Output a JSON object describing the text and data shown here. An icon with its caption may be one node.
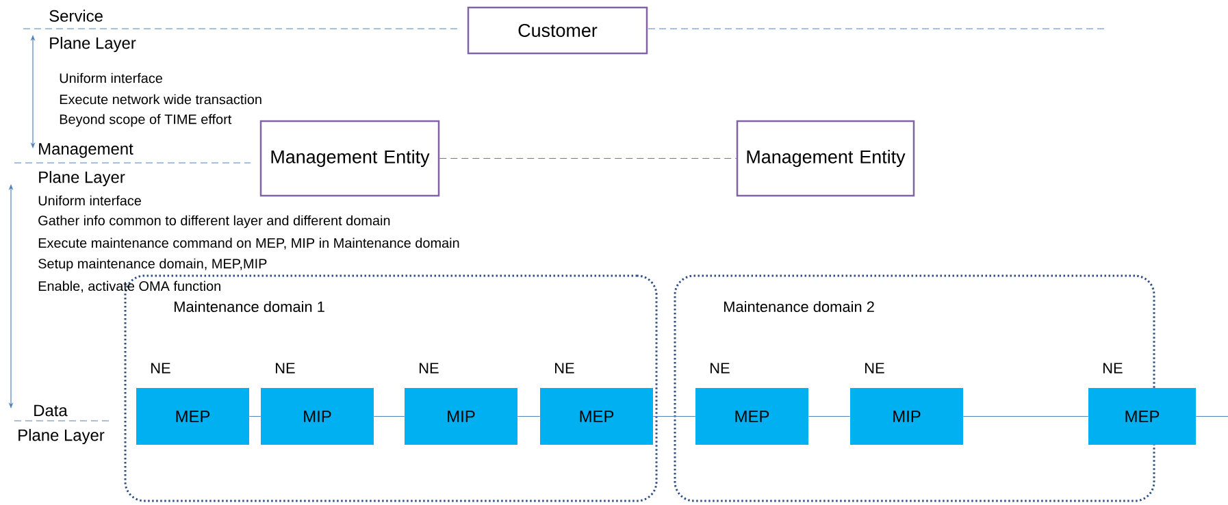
{
  "diagram": {
    "nodes": [
      {
        "text": [
          "Customer"
        ]
      },
      {
        "text": [
          "Management Entity"
        ]
      },
      {
        "text": [
          "Management Entity"
        ]
      },
      {
        "text": [
          "Maintenance domain 1"
        ]
      },
      {
        "text": [
          "Maintenance domain 2"
        ]
      },
      {
        "text": [
          "MEP"
        ],
        "beside": [
          "NE"
        ],
        "in": 3
      },
      {
        "text": [
          "MIP"
        ],
        "beside": [
          "NE"
        ],
        "in": 3
      },
      {
        "text": [
          "MIP"
        ],
        "beside": [
          "NE"
        ],
        "in": 3
      },
      {
        "text": [
          "MEP"
        ],
        "beside": [
          "NE"
        ],
        "in": 3
      },
      {
        "text": [
          "MEP"
        ],
        "beside": [
          "NE"
        ],
        "in": 4
      },
      {
        "text": [
          "MIP"
        ],
        "beside": [
          "NE"
        ],
        "in": 4
      },
      {
        "text": [
          "MEP"
        ],
        "beside": [
          "NE"
        ]
      }
    ],
    "edges": [
      {
        "from": 1,
        "to": 2,
        "arrow": "none",
        "style": "dashed"
      },
      {
        "from": 5,
        "to": 6,
        "arrow": "none"
      },
      {
        "from": 6,
        "to": 7,
        "arrow": "none"
      },
      {
        "from": 7,
        "to": 8,
        "arrow": "none"
      },
      {
        "from": 8,
        "to": 9,
        "arrow": "none"
      },
      {
        "from": 9,
        "to": 10,
        "arrow": "none"
      },
      {
        "from": 10,
        "to": 11,
        "arrow": "none"
      },
      {
        "from": 11,
        "to": null,
        "arrow": "none"
      }
    ],
    "labels": [
      "Service",
      "Plane Layer",
      "Uniform interface",
      "Execute network wide transaction",
      "Beyond scope of TIME effort",
      "Management",
      "Plane Layer",
      "Uniform interface",
      "Gather info common to different  layer and different domain",
      "Execute maintenance command on MEP, MIP in Maintenance domain",
      "Setup maintenance domain, MEP,MIP",
      "Enable, activate OMA function",
      "Data",
      "Plane Layer"
    ]
  }
}
